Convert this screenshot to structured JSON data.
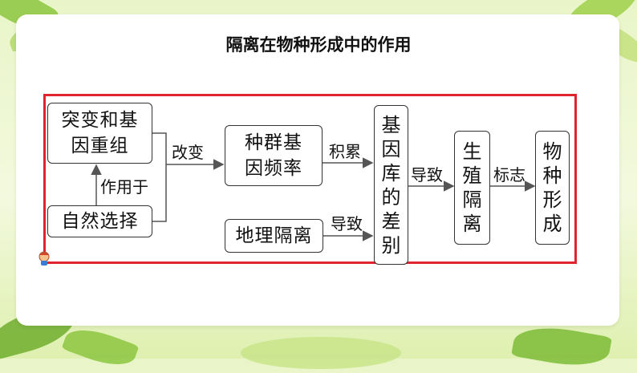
{
  "title": "隔离在物种形成中的作用",
  "nodes": {
    "mutation": [
      "突变和基",
      "因重组"
    ],
    "selection": "自然选择",
    "gene_freq": [
      "种群基",
      "因频率"
    ],
    "geo_isolation": "地理隔离",
    "gene_pool": [
      "基",
      "因",
      "库",
      "的",
      "差",
      "别"
    ],
    "repro_isolation": [
      "生",
      "殖",
      "隔",
      "离"
    ],
    "speciation": [
      "物",
      "种",
      "形",
      "成"
    ]
  },
  "edge_labels": {
    "acts_on": "作用于",
    "change": "改变",
    "accumulate": "积累",
    "lead_to_1": "导致",
    "lead_to_2": "导致",
    "marks": "标志"
  },
  "colors": {
    "frame": "#e0242f",
    "line": "#555555"
  }
}
